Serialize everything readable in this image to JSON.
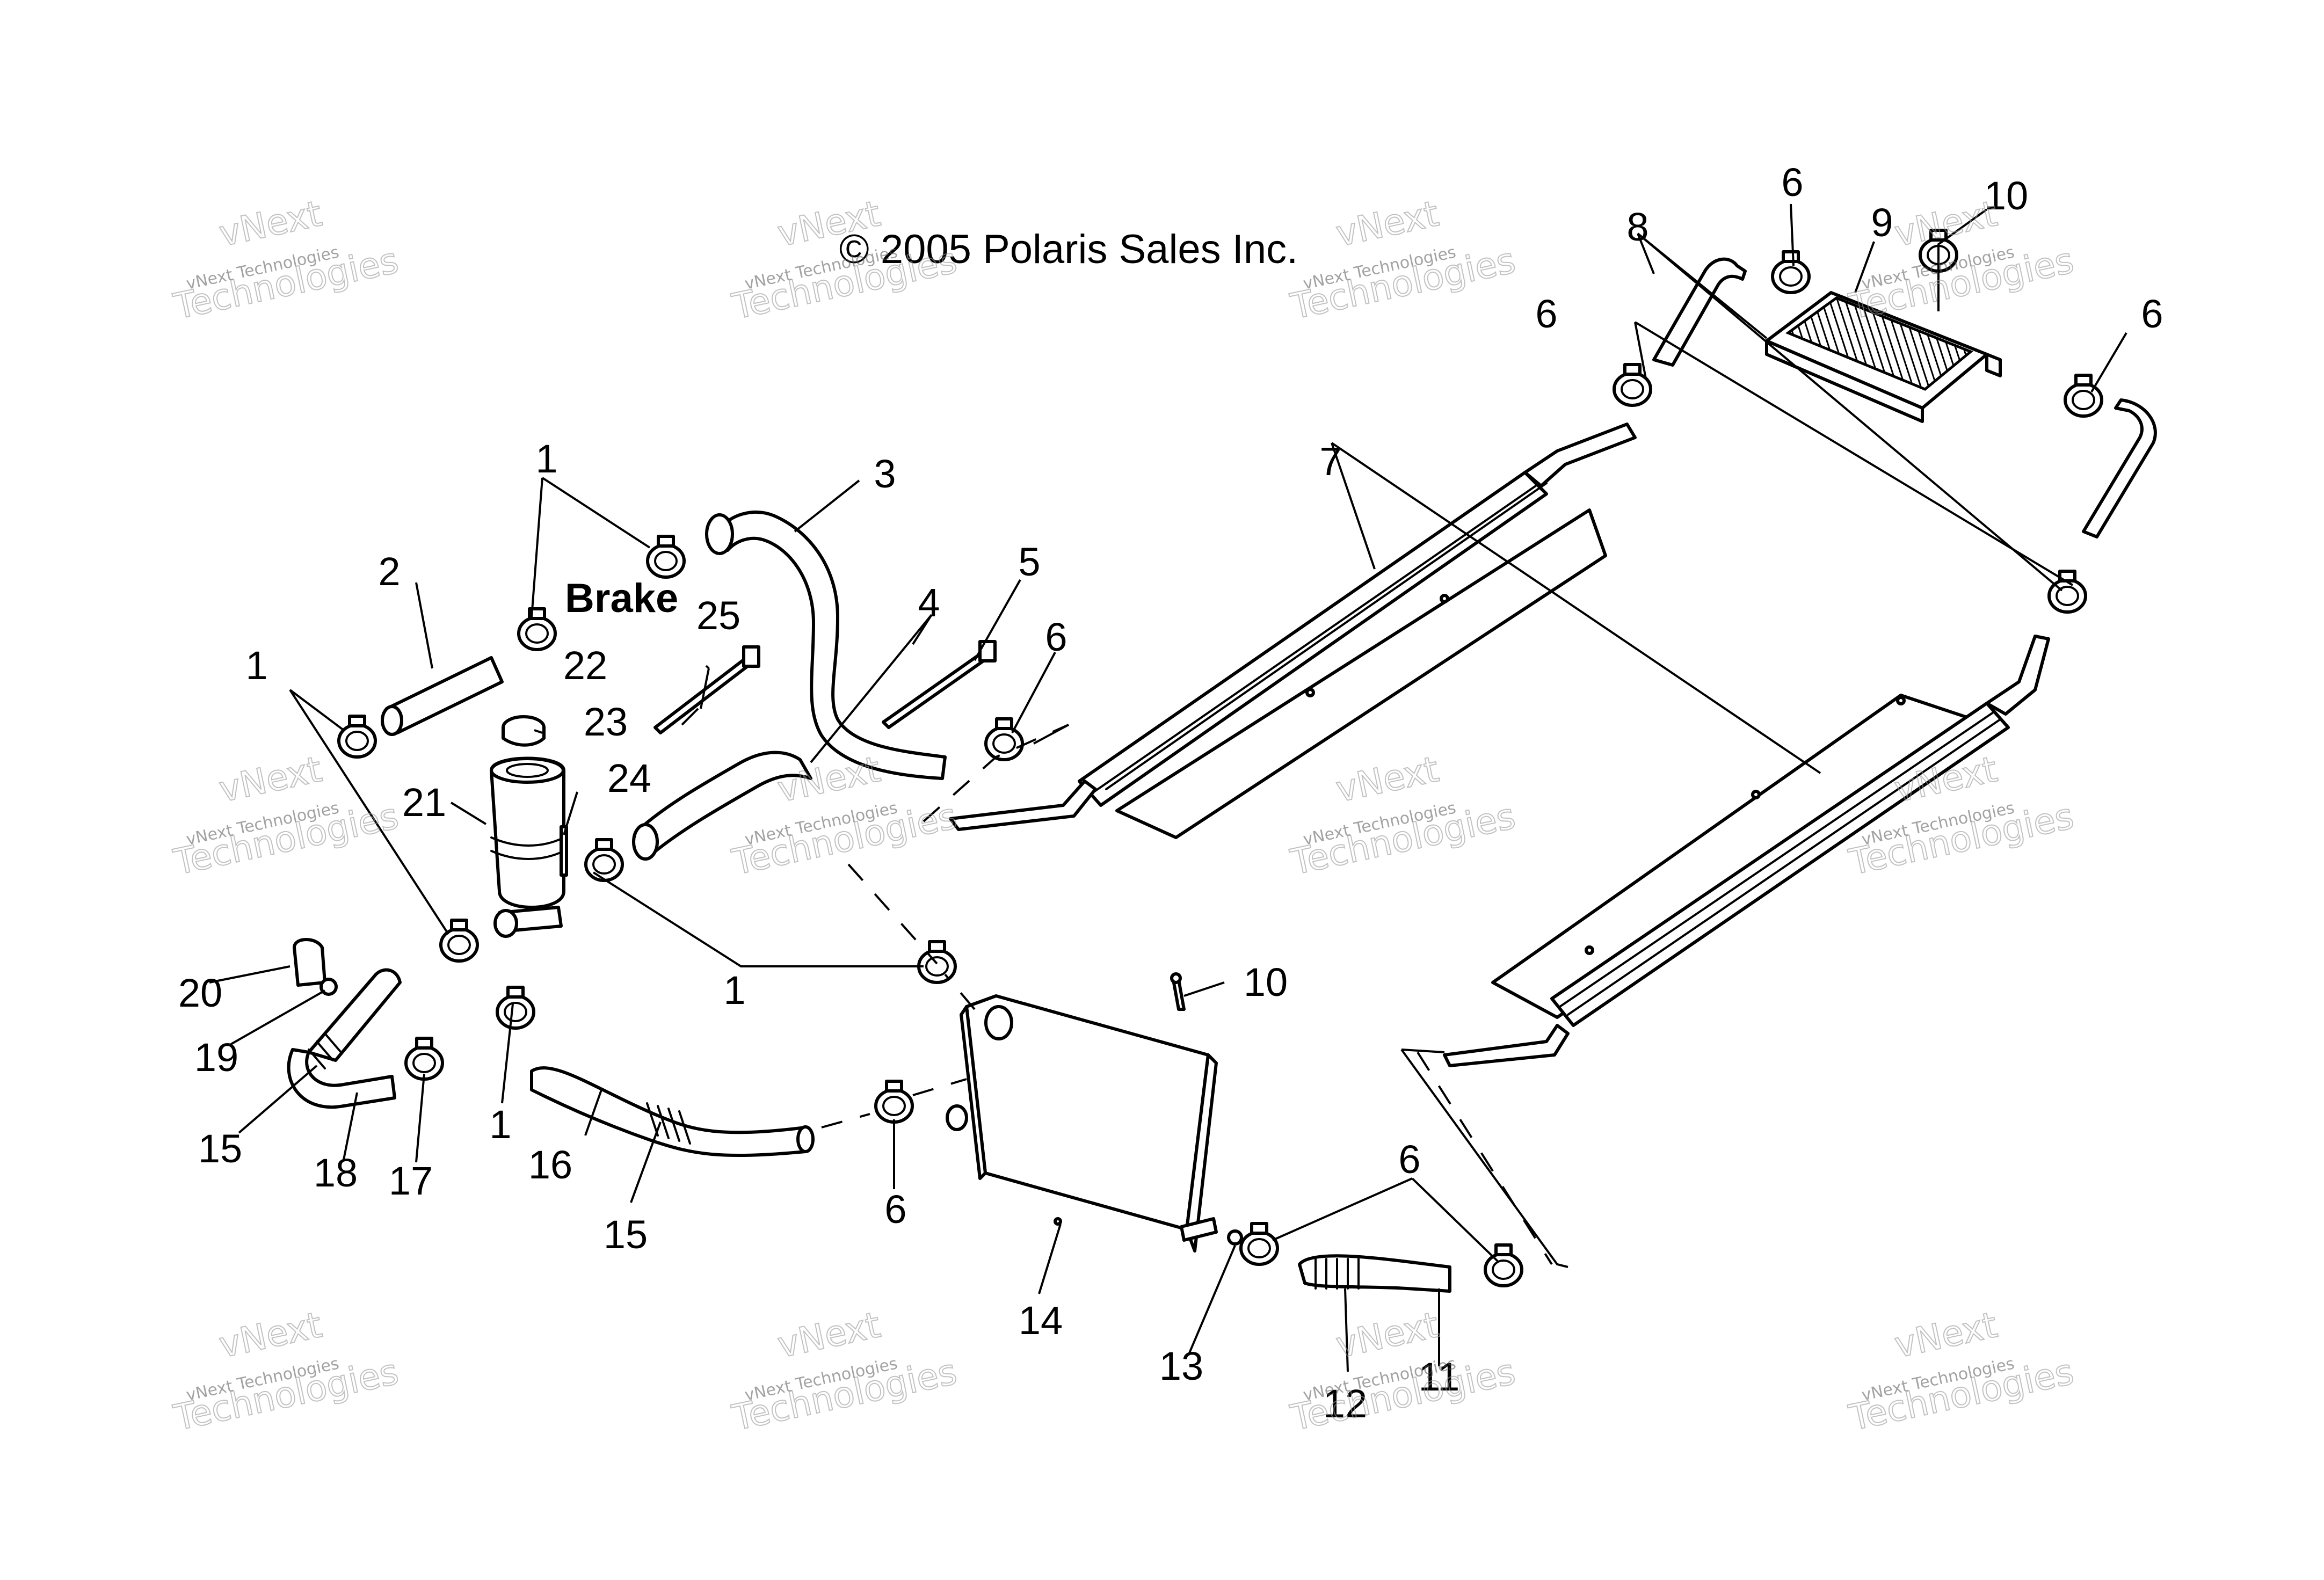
{
  "diagram": {
    "copyright": "© 2005 Polaris Sales Inc.",
    "brake_label": "Brake",
    "watermark": {
      "line1": "vNext Technologies",
      "line2": "vNext",
      "line3": "Technologies"
    },
    "callouts": {
      "c1a": "1",
      "c1b": "1",
      "c1c": "1",
      "c1d": "1",
      "c2": "2",
      "c3": "3",
      "c4": "4",
      "c5": "5",
      "c6a": "6",
      "c6b": "6",
      "c6c": "6",
      "c6d": "6",
      "c6e": "6",
      "c6f": "6",
      "c7": "7",
      "c8": "8",
      "c9": "9",
      "c10a": "10",
      "c10b": "10",
      "c11": "11",
      "c12": "12",
      "c13": "13",
      "c14": "14",
      "c15a": "15",
      "c15b": "15",
      "c16": "16",
      "c17": "17",
      "c18": "18",
      "c19": "19",
      "c20": "20",
      "c21": "21",
      "c22": "22",
      "c23": "23",
      "c24": "24",
      "c25": "25"
    }
  }
}
